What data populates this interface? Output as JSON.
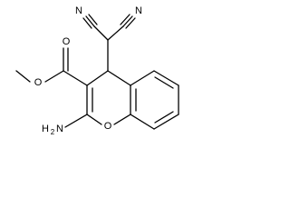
{
  "molecule": {
    "atoms": {
      "n_left": "N",
      "n_right": "N",
      "o_carbonyl": "O",
      "o_ester": "O",
      "o_ring": "O",
      "amino_main": "H",
      "amino_sub": "2",
      "amino_n": "N"
    }
  }
}
